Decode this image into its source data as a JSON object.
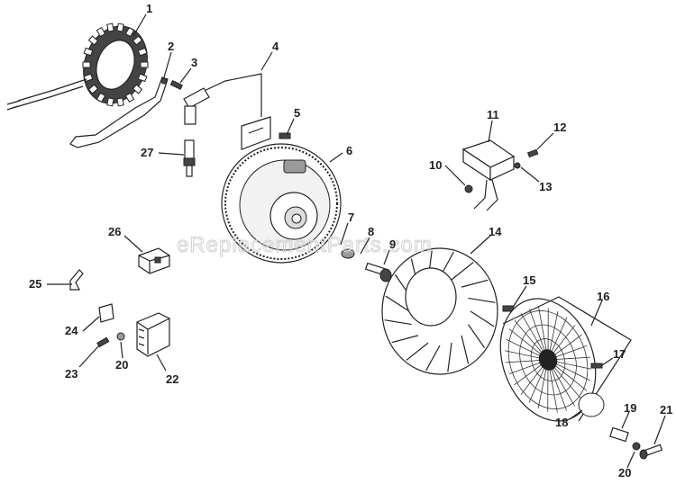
{
  "watermark": "eReplacementParts.com",
  "callouts": [
    {
      "id": "c1",
      "text": "1"
    },
    {
      "id": "c2",
      "text": "2"
    },
    {
      "id": "c3",
      "text": "3"
    },
    {
      "id": "c4",
      "text": "4"
    },
    {
      "id": "c5",
      "text": "5"
    },
    {
      "id": "c6",
      "text": "6"
    },
    {
      "id": "c7",
      "text": "7"
    },
    {
      "id": "c8",
      "text": "8"
    },
    {
      "id": "c9",
      "text": "9"
    },
    {
      "id": "c10",
      "text": "10"
    },
    {
      "id": "c11",
      "text": "11"
    },
    {
      "id": "c12",
      "text": "12"
    },
    {
      "id": "c13",
      "text": "13"
    },
    {
      "id": "c14",
      "text": "14"
    },
    {
      "id": "c15",
      "text": "15"
    },
    {
      "id": "c16",
      "text": "16"
    },
    {
      "id": "c17",
      "text": "17"
    },
    {
      "id": "c18",
      "text": "18"
    },
    {
      "id": "c19",
      "text": "19"
    },
    {
      "id": "c20a",
      "text": "20"
    },
    {
      "id": "c20b",
      "text": "20"
    },
    {
      "id": "c21",
      "text": "21"
    },
    {
      "id": "c22",
      "text": "22"
    },
    {
      "id": "c23",
      "text": "23"
    },
    {
      "id": "c24",
      "text": "24"
    },
    {
      "id": "c25",
      "text": "25"
    },
    {
      "id": "c26",
      "text": "26"
    },
    {
      "id": "c27",
      "text": "27"
    }
  ]
}
